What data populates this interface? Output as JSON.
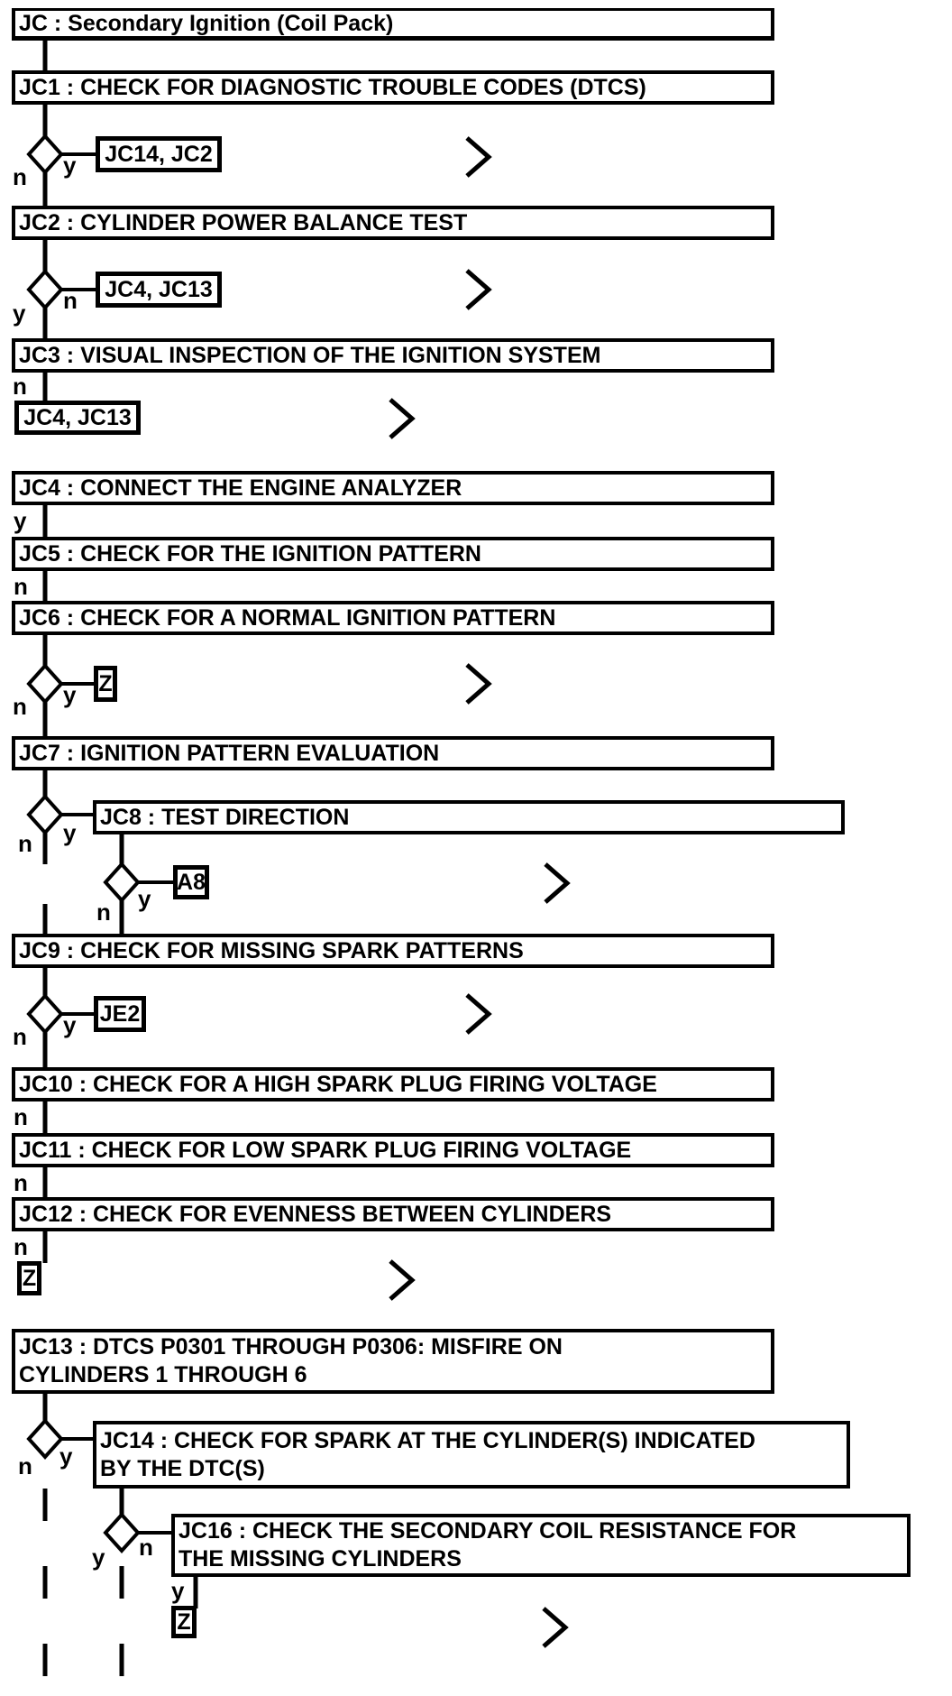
{
  "page": {
    "title": "JC : Secondary Ignition (Coil Pack)",
    "branch_labels": {
      "yes": "y",
      "no": "n"
    },
    "steps": {
      "jc1": "JC1 : CHECK FOR DIAGNOSTIC TROUBLE CODES (DTCS)",
      "jc2": "JC2 : CYLINDER POWER BALANCE TEST",
      "jc3": "JC3 : VISUAL INSPECTION OF THE IGNITION SYSTEM",
      "jc4": "JC4 : CONNECT THE ENGINE ANALYZER",
      "jc5": "JC5 : CHECK FOR THE IGNITION PATTERN",
      "jc6": "JC6 : CHECK FOR A NORMAL IGNITION PATTERN",
      "jc7": "JC7 : IGNITION PATTERN EVALUATION",
      "jc8": "JC8 : TEST DIRECTION",
      "jc9": "JC9 : CHECK FOR MISSING SPARK PATTERNS",
      "jc10": "JC10 : CHECK FOR A HIGH SPARK PLUG FIRING VOLTAGE",
      "jc11": "JC11 : CHECK FOR LOW SPARK PLUG FIRING VOLTAGE",
      "jc12": "JC12 : CHECK FOR EVENNESS BETWEEN CYLINDERS",
      "jc13": "JC13 : DTCS P0301 THROUGH P0306: MISFIRE ON\nCYLINDERS 1 THROUGH 6",
      "jc14": "JC14 : CHECK FOR SPARK AT THE CYLINDER(S) INDICATED\nBY THE DTC(S)",
      "jc16": "JC16 : CHECK THE SECONDARY COIL RESISTANCE FOR\nTHE MISSING CYLINDERS"
    },
    "refs": {
      "jc14_jc2": "JC14, JC2",
      "jc4_jc13_a": "JC4, JC13",
      "jc4_jc13_b": "JC4, JC13",
      "z1": "Z",
      "a8": "A8",
      "je2": "JE2",
      "z2": "Z",
      "z3": "Z"
    }
  }
}
